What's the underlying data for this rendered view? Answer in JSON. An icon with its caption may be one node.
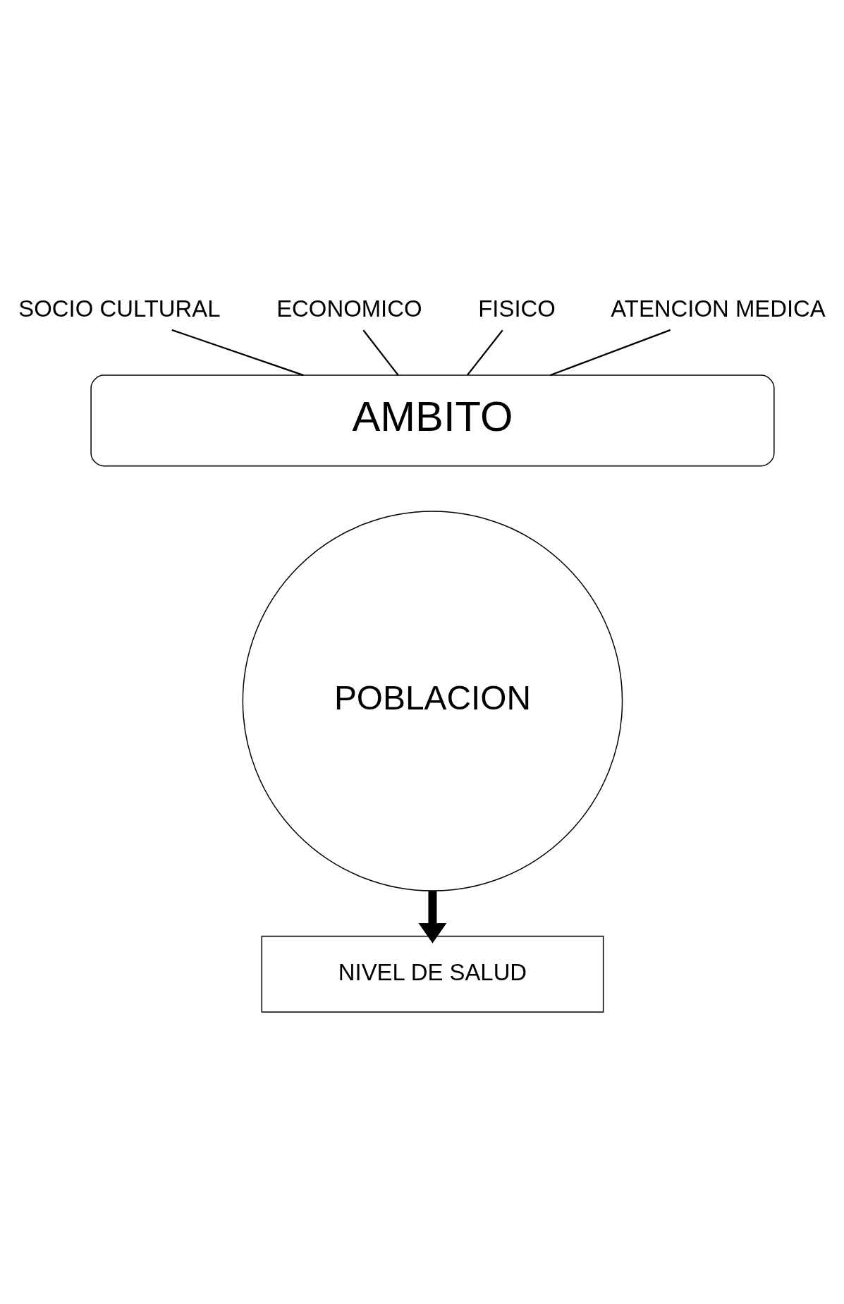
{
  "diagram": {
    "nodes": [
      {
        "text": [
          "SOCIO CULTURAL"
        ]
      },
      {
        "text": [
          "ECONOMICO"
        ]
      },
      {
        "text": [
          "FISICO"
        ]
      },
      {
        "text": [
          "ATENCION MEDICA"
        ]
      },
      {
        "text": [
          "AMBITO"
        ]
      },
      {
        "text": [
          "POBLACION"
        ]
      },
      {
        "text": [
          "NIVEL DE SALUD"
        ]
      }
    ],
    "edges": [
      {
        "from": 2,
        "to": 4,
        "arrow": "none"
      },
      {
        "from": 0,
        "to": 4,
        "arrow": "none"
      },
      {
        "from": 1,
        "to": 4,
        "arrow": "none"
      },
      {
        "from": 3,
        "to": 4,
        "arrow": "none"
      },
      {
        "from": 5,
        "to": 6,
        "arrow": "to",
        "style": "thick"
      }
    ]
  }
}
